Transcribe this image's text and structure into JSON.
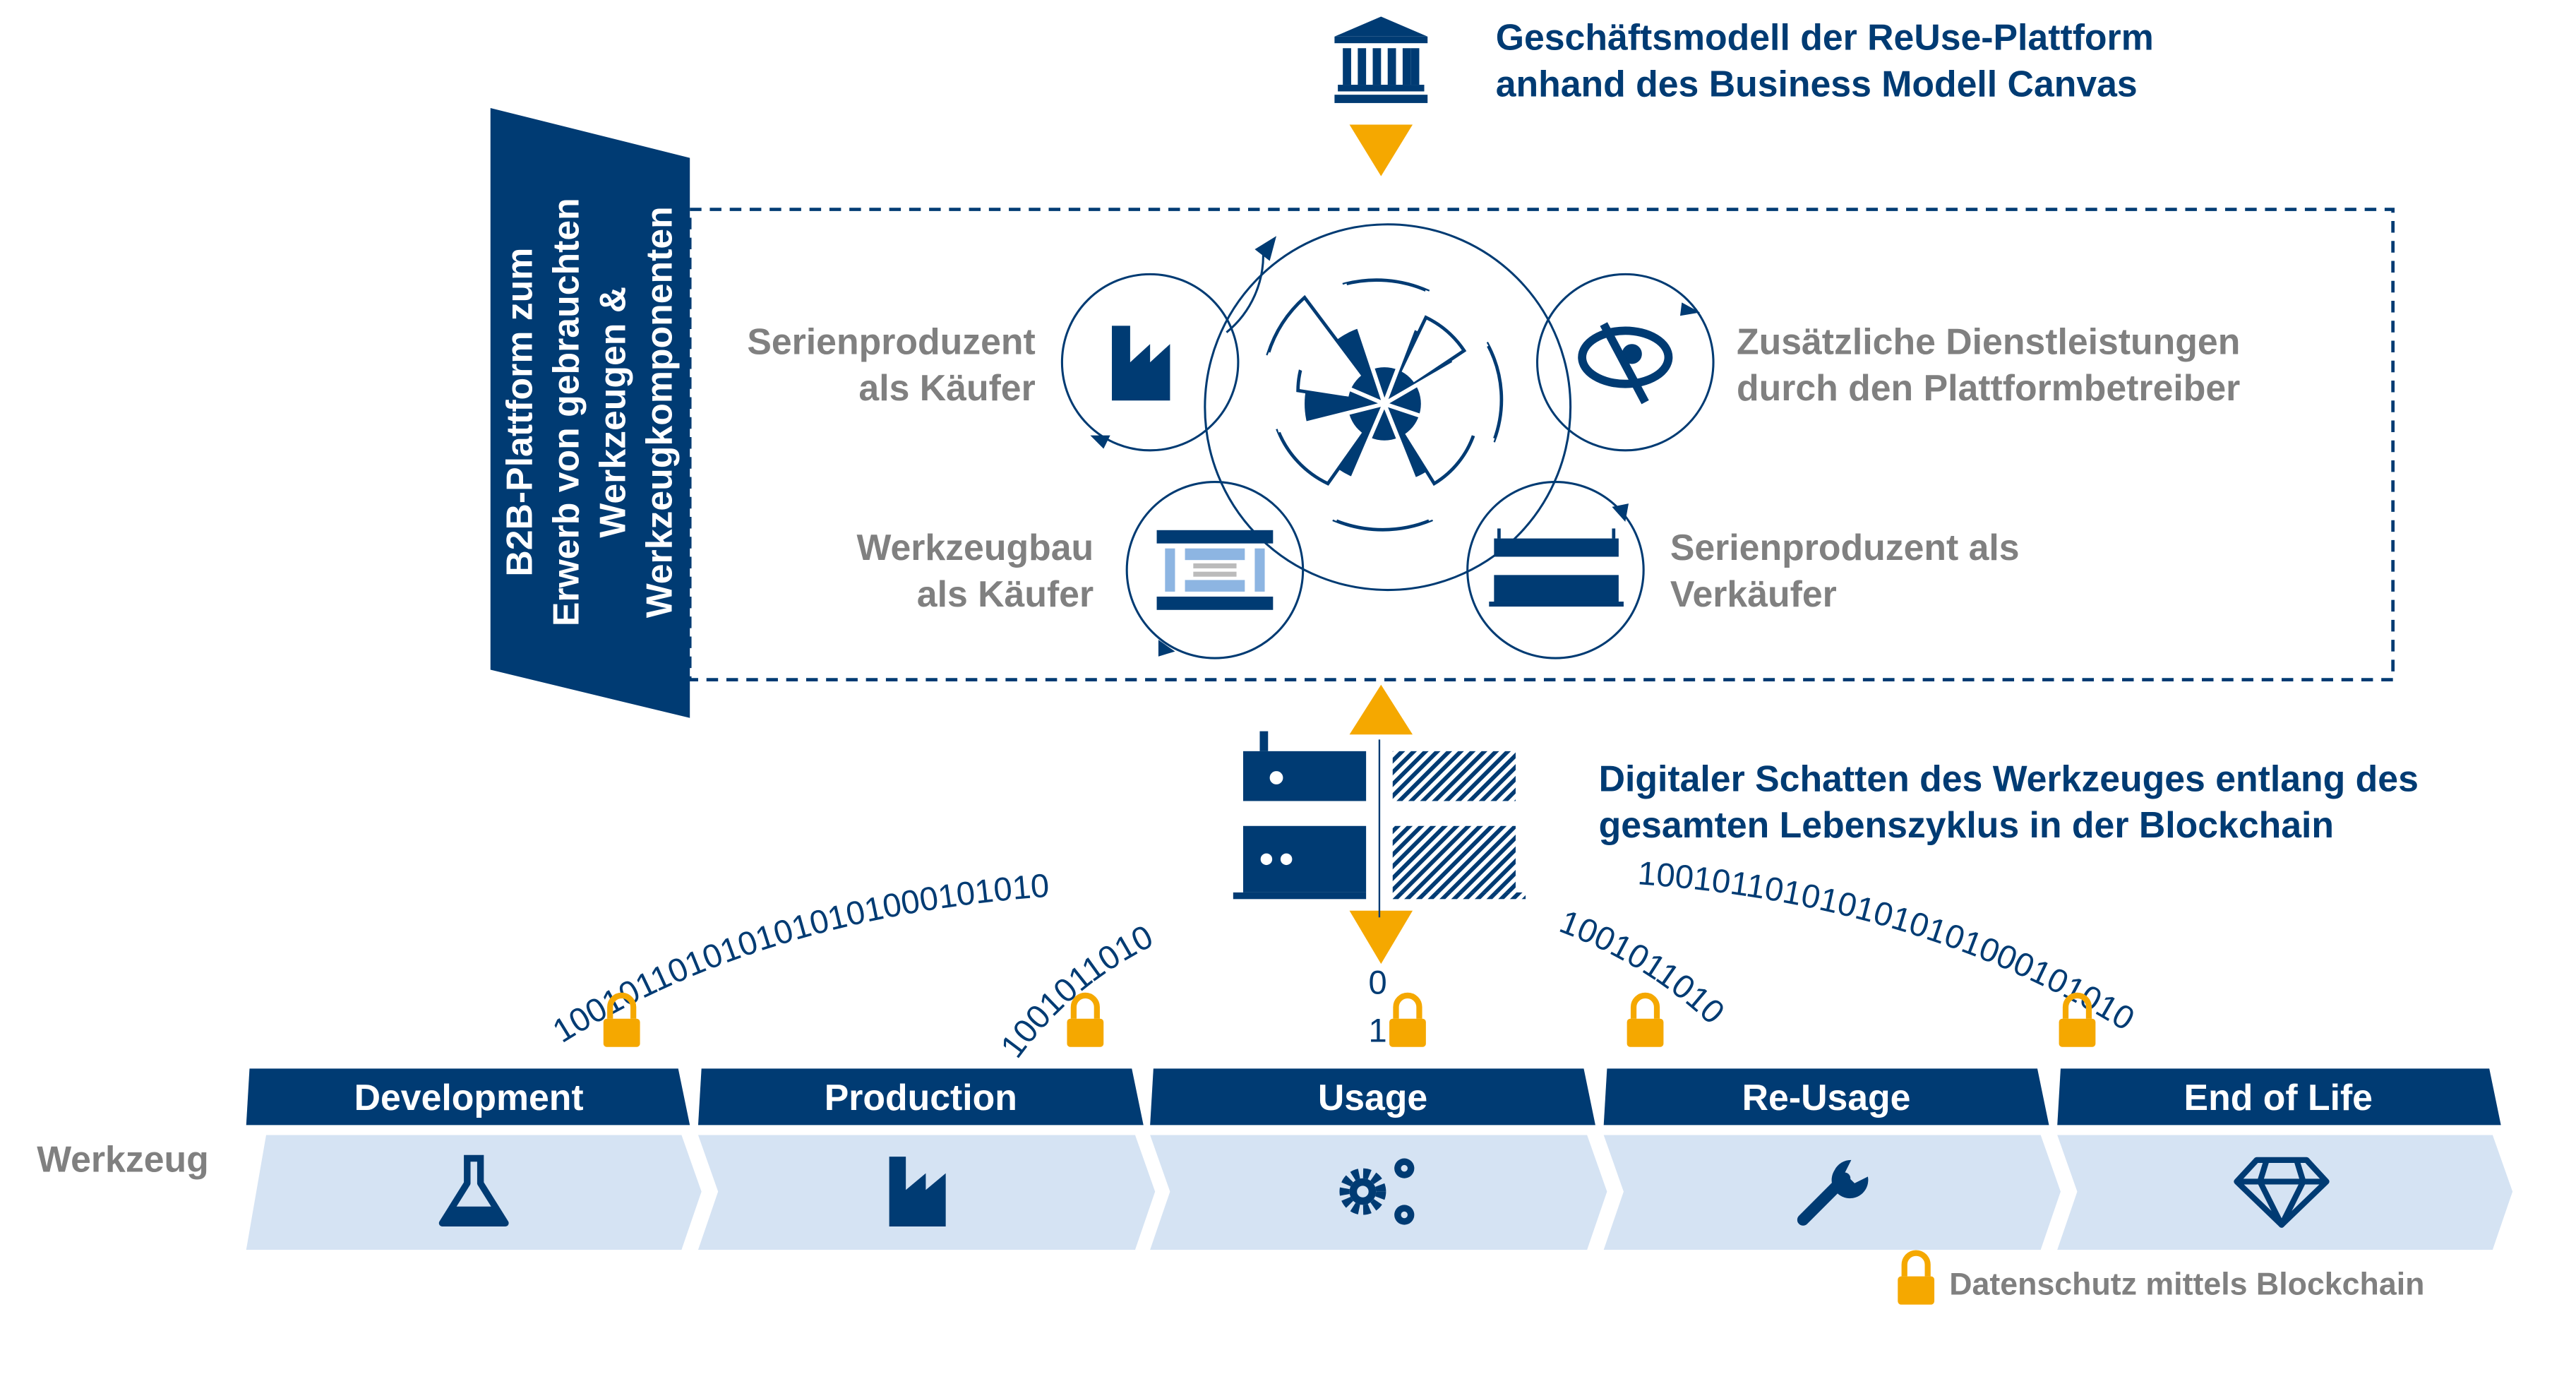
{
  "colors": {
    "primary": "#003b73",
    "accent": "#f5a800",
    "light": "#d5e3f3",
    "gray": "#808080"
  },
  "top": {
    "icon": "bank-icon",
    "title_lines": [
      "Geschäftsmodell der ReUse-Plattform",
      "anhand des Business Modell Canvas"
    ]
  },
  "banner": {
    "lines": [
      "B2B-Plattform zum",
      "Erwerb von gebrauchten",
      "Werkzeugen &",
      "Werkzeugkomponenten"
    ]
  },
  "actors": {
    "buyer_producer": [
      "Serienproduzent",
      "als Käufer"
    ],
    "services": [
      "Zusätzliche Dienstleistungen",
      "durch den Plattformbetreiber"
    ],
    "toolmaker": [
      "Werkzeugbau",
      "als Käufer"
    ],
    "seller_producer": [
      "Serienproduzent als",
      "Verkäufer"
    ]
  },
  "shadow": {
    "title_lines": [
      "Digitaler Schatten des Werkzeuges entlang des",
      "gesamten Lebenszyklus in der Blockchain"
    ],
    "bit_0": "0",
    "bit_1": "1"
  },
  "binary": {
    "left_long": "1001011010101010101000101010",
    "left_short": "1001011010",
    "right_short": "1001011010",
    "right_long": "1001011010101010101000101010"
  },
  "row_label": "Werkzeug",
  "phases": [
    {
      "label": "Development",
      "icon": "flask-icon"
    },
    {
      "label": "Production",
      "icon": "factory-icon"
    },
    {
      "label": "Usage",
      "icon": "gears-icon"
    },
    {
      "label": "Re-Usage",
      "icon": "wrench-icon"
    },
    {
      "label": "End of Life",
      "icon": "diamond-icon"
    }
  ],
  "legend": {
    "icon": "lock-icon",
    "text": "Datenschutz mittels Blockchain"
  }
}
